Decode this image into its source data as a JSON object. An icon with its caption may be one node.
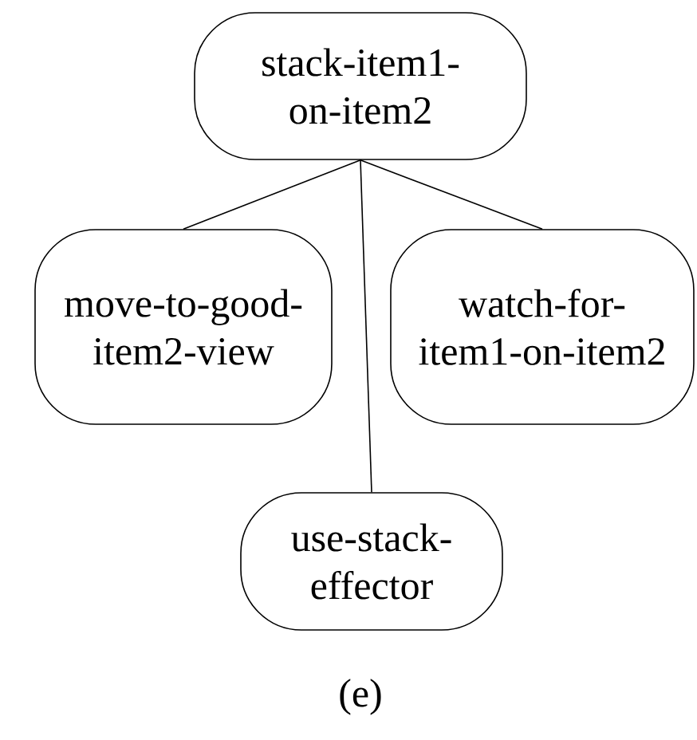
{
  "diagram": {
    "caption": "(e)",
    "nodes": [
      {
        "text": [
          "stack-item1-on-item2"
        ]
      },
      {
        "text": [
          "move-to-good-item2-view"
        ]
      },
      {
        "text": [
          "watch-for-item1-on-item2"
        ]
      },
      {
        "text": [
          "use-stack-effector"
        ]
      }
    ],
    "edges": [
      {
        "from": 0,
        "to": 1,
        "arrow": "none"
      },
      {
        "from": 0,
        "to": 3,
        "arrow": "none"
      },
      {
        "from": 0,
        "to": 2,
        "arrow": "none"
      }
    ]
  }
}
